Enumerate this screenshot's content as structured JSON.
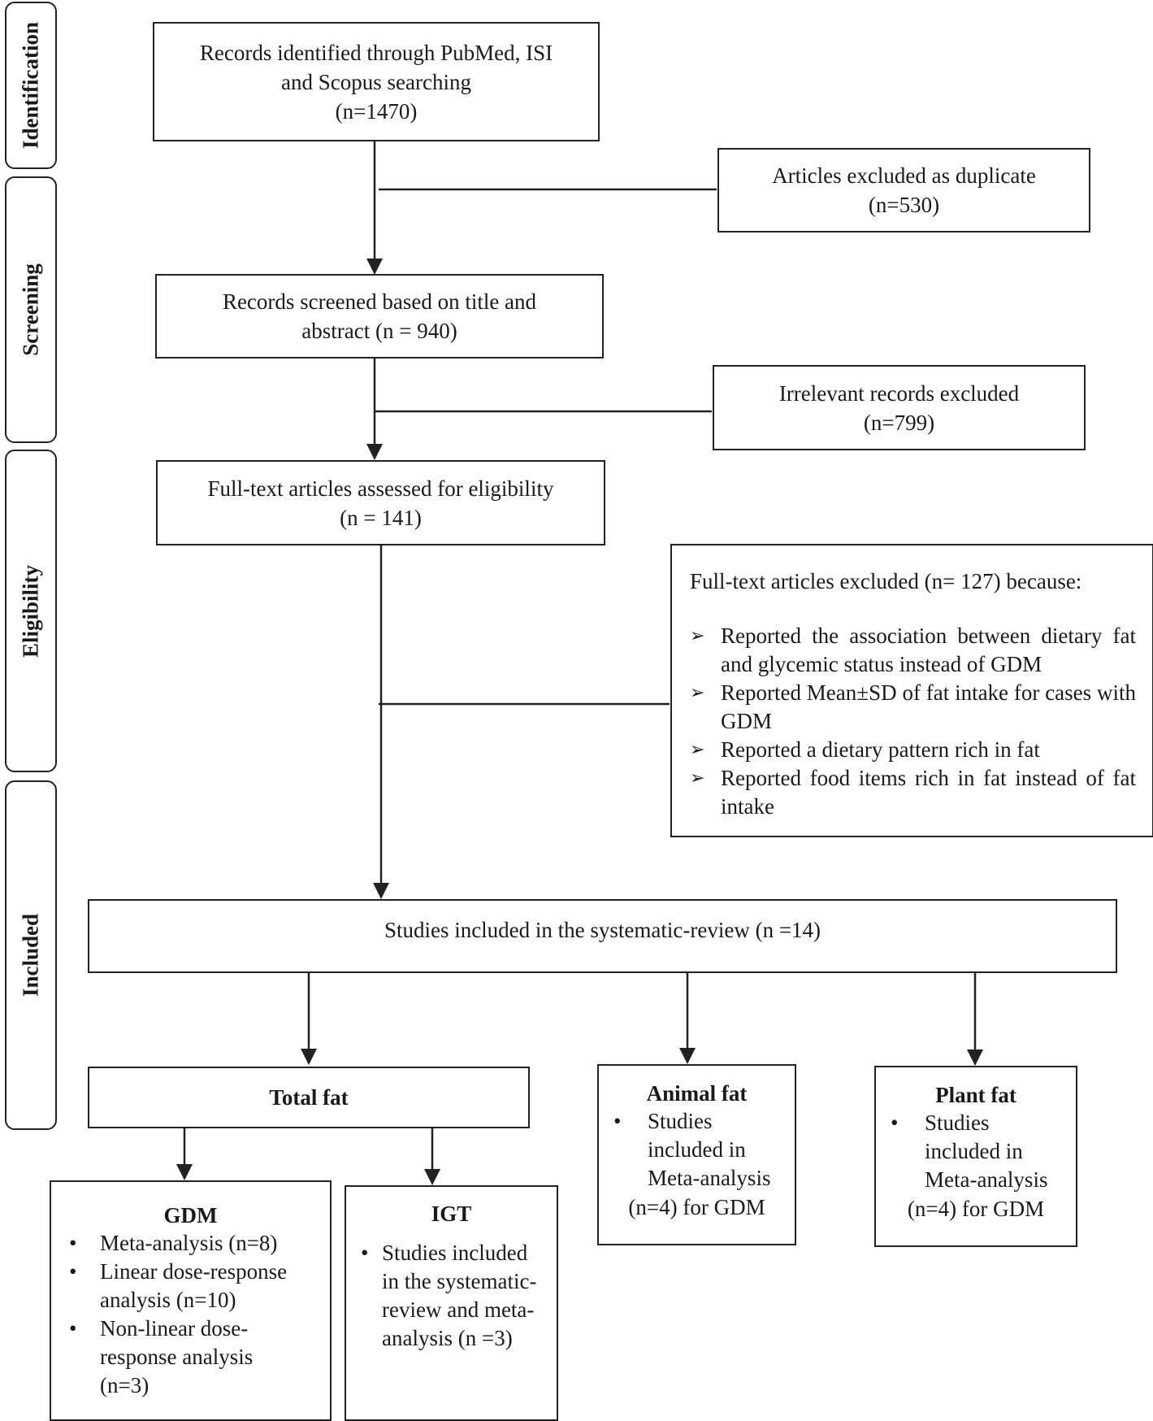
{
  "phases": {
    "identification": "Identification",
    "screening": "Screening",
    "eligibility": "Eligibility",
    "included": "Included"
  },
  "boxes": {
    "identified": {
      "line1": "Records identified through PubMed, ISI",
      "line2": "and Scopus searching",
      "line3": "(n=1470)"
    },
    "duplicates": {
      "line1": "Articles excluded as duplicate",
      "line2": "(n=530)"
    },
    "screened": {
      "line1": "Records screened based on title and",
      "line2": "abstract (n = 940)"
    },
    "irrelevant": {
      "line1": "Irrelevant records excluded",
      "line2": "(n=799)"
    },
    "fulltext": {
      "line1": "Full-text articles assessed for eligibility",
      "line2": "(n = 141)"
    },
    "excluded_fulltext": {
      "title": "Full-text articles excluded (n= 127) because:",
      "reasons": [
        "Reported the association between dietary fat and glycemic status instead of GDM",
        "Reported Mean±SD of fat intake for cases with GDM",
        "Reported a dietary pattern rich in fat",
        "Reported food items rich in fat instead of fat intake"
      ]
    },
    "included_review": {
      "text": "Studies included in the systematic-review (n =14)"
    },
    "total_fat": {
      "title": "Total fat"
    },
    "animal_fat": {
      "title": "Animal fat",
      "bullet_lines": [
        "Studies",
        "included in",
        "Meta-analysis"
      ],
      "after": "(n=4) for GDM"
    },
    "plant_fat": {
      "title": "Plant fat",
      "bullet_lines": [
        "Studies",
        "included in",
        "Meta-analysis"
      ],
      "after": "(n=4) for GDM"
    },
    "gdm": {
      "title": "GDM",
      "items": [
        [
          "Meta-analysis (n=8)"
        ],
        [
          "Linear dose-response",
          "analysis  (n=10)"
        ],
        [
          "Non-linear dose-",
          "response analysis",
          "(n=3)"
        ]
      ]
    },
    "igt": {
      "title": "IGT",
      "item_lines": [
        "Studies included",
        "in the systematic-",
        "review and meta-",
        "analysis (n =3)"
      ]
    }
  }
}
